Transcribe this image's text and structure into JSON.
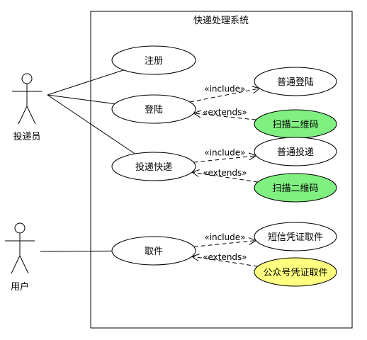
{
  "system": {
    "title": "快递处理系统"
  },
  "actors": [
    {
      "id": "courier",
      "label": "投递员"
    },
    {
      "id": "user",
      "label": "用户"
    }
  ],
  "use_cases": [
    {
      "id": "uc-register",
      "label": "注册",
      "fill": "#ffffff"
    },
    {
      "id": "uc-login",
      "label": "登陆",
      "fill": "#ffffff"
    },
    {
      "id": "uc-deliver",
      "label": "投递快递",
      "fill": "#ffffff"
    },
    {
      "id": "uc-pickup",
      "label": "取件",
      "fill": "#ffffff"
    },
    {
      "id": "uc-normal-login",
      "label": "普通登陆",
      "fill": "#ffffff"
    },
    {
      "id": "uc-scan-login",
      "label": "扫描二维码",
      "fill": "#80f080"
    },
    {
      "id": "uc-normal-deliver",
      "label": "普通投递",
      "fill": "#ffffff"
    },
    {
      "id": "uc-scan-deliver",
      "label": "扫描二维码",
      "fill": "#80f080"
    },
    {
      "id": "uc-sms-pickup",
      "label": "短信凭证取件",
      "fill": "#ffffff"
    },
    {
      "id": "uc-wechat-pickup",
      "label": "公众号凭证取件",
      "fill": "#ffff80"
    }
  ],
  "stereotypes": {
    "include": "«include»",
    "extends": "«extends»"
  },
  "associations": [
    {
      "from": "courier",
      "to": "uc-register"
    },
    {
      "from": "courier",
      "to": "uc-login"
    },
    {
      "from": "courier",
      "to": "uc-deliver"
    },
    {
      "from": "user",
      "to": "uc-pickup"
    }
  ],
  "relations": [
    {
      "type": "include",
      "from": "uc-login",
      "to": "uc-normal-login"
    },
    {
      "type": "extends",
      "from": "uc-scan-login",
      "to": "uc-login"
    },
    {
      "type": "include",
      "from": "uc-deliver",
      "to": "uc-normal-deliver"
    },
    {
      "type": "extends",
      "from": "uc-scan-deliver",
      "to": "uc-deliver"
    },
    {
      "type": "include",
      "from": "uc-pickup",
      "to": "uc-sms-pickup"
    },
    {
      "type": "extends",
      "from": "uc-wechat-pickup",
      "to": "uc-pickup"
    }
  ]
}
